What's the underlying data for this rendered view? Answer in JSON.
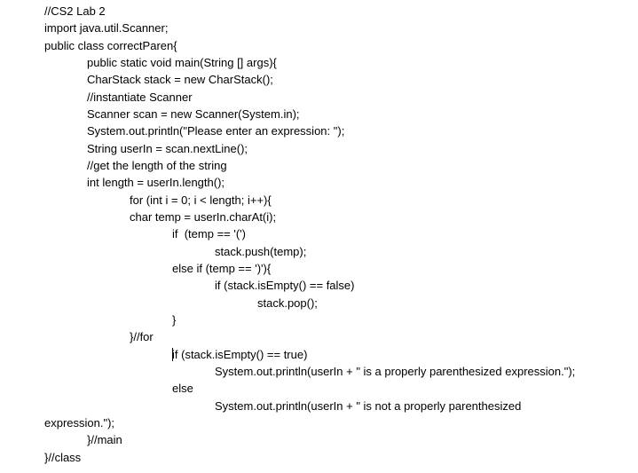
{
  "document": {
    "lines": [
      "//CS2 Lab 2",
      "import java.util.Scanner;",
      "public class correctParen{",
      "public static void main(String [] args){",
      "CharStack stack = new CharStack();",
      "//instantiate Scanner",
      "Scanner scan = new Scanner(System.in);",
      "System.out.println(\"Please enter an expression: \");",
      "String userIn = scan.nextLine();",
      "//get the length of the string",
      "int length = userIn.length();",
      "for (int i = 0; i < length; i++){",
      "char temp = userIn.charAt(i);",
      "if  (temp == '(')",
      "stack.push(temp);",
      "else if (temp == ')'){",
      "if (stack.isEmpty() == false)",
      "stack.pop();",
      "}",
      "}//for",
      "if (stack.isEmpty() == true)",
      "System.out.println(userIn + \" is a properly parenthesized expression.\");",
      "else",
      "System.out.println(userIn + \" is not a properly parenthesized",
      "expression.\");",
      "}//main",
      "}//class"
    ]
  }
}
